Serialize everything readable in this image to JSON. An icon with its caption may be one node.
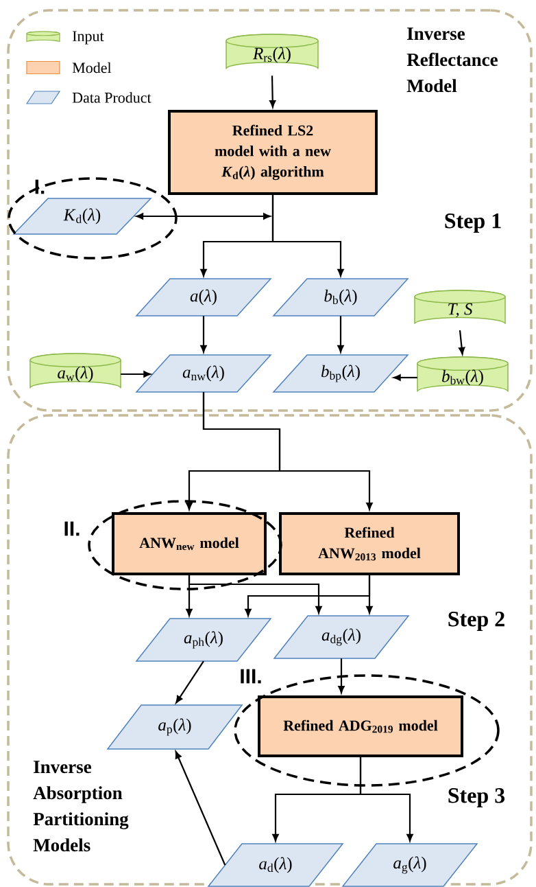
{
  "diagram": {
    "nodes": [
      {
        "text": [
          "Inverse Reflectance Model",
          "Step 1"
        ]
      },
      {
        "text": [
          "*R*$_{rs}$(*λ*)"
        ],
        "in": 0
      },
      {
        "text": [
          "Refined LS2 model with a new *K*$_{d}$(*λ*) algorithm"
        ],
        "in": 0
      },
      {
        "text": [
          "*K*$_{d}$(*λ*)"
        ],
        "beside": [
          "I."
        ],
        "in": 0
      },
      {
        "text": [
          "*a*(*λ*)"
        ],
        "in": 0
      },
      {
        "text": [
          "*b*$_{b}$(*λ*)"
        ],
        "in": 0
      },
      {
        "text": [
          "*T, S*"
        ],
        "in": 0
      },
      {
        "text": [
          "*a*$_{w}$(*λ*)"
        ],
        "in": 0
      },
      {
        "text": [
          "*a*$_{nw}$(*λ*)"
        ],
        "in": 0
      },
      {
        "text": [
          "*b*$_{bp}$(*λ*)"
        ],
        "in": 0
      },
      {
        "text": [
          "*b*$_{bw}$(*λ*)"
        ],
        "in": 0
      },
      {
        "text": [
          "Inverse Absorption Partitioning Models",
          "Step 2",
          "Step 3"
        ]
      },
      {
        "text": [
          "ANW$_{new}$ model"
        ],
        "beside": [
          "II."
        ],
        "in": 11
      },
      {
        "text": [
          "Refined ANW$_{2013}$ model"
        ],
        "in": 11
      },
      {
        "text": [
          "*a*$_{ph}$(*λ*)"
        ],
        "in": 11
      },
      {
        "text": [
          "*a*$_{dg}$(*λ*)"
        ],
        "in": 11
      },
      {
        "text": [
          "*a*$_{p}$(*λ*)"
        ],
        "in": 11
      },
      {
        "text": [
          "Refined ADG$_{2019}$ model"
        ],
        "beside": [
          "III."
        ],
        "in": 11
      },
      {
        "text": [
          "*a*$_{d}$(*λ*)"
        ],
        "in": 11
      },
      {
        "text": [
          "*a*$_{g}$(*λ*)"
        ],
        "in": 11
      }
    ],
    "edges": [
      {
        "from": 1,
        "to": 2,
        "arrow": "to"
      },
      {
        "from": 3,
        "to": 2,
        "arrow": "both"
      },
      {
        "from": 2,
        "to": 4,
        "arrow": "to"
      },
      {
        "from": 2,
        "to": 5,
        "arrow": "to"
      },
      {
        "from": 4,
        "to": 8,
        "arrow": "to"
      },
      {
        "from": 5,
        "to": 9,
        "arrow": "to"
      },
      {
        "from": 6,
        "to": 10,
        "arrow": "to"
      },
      {
        "from": 7,
        "to": 8,
        "arrow": "to"
      },
      {
        "from": 10,
        "to": 9,
        "arrow": "to"
      },
      {
        "from": 8,
        "to": 12,
        "arrow": "to"
      },
      {
        "from": 8,
        "to": 13,
        "arrow": "to"
      },
      {
        "from": 12,
        "to": 14,
        "arrow": "to"
      },
      {
        "from": 12,
        "to": 15,
        "arrow": "to"
      },
      {
        "from": 13,
        "to": 14,
        "arrow": "to"
      },
      {
        "from": 13,
        "to": 15,
        "arrow": "to"
      },
      {
        "from": 14,
        "to": 16,
        "arrow": "to"
      },
      {
        "from": 15,
        "to": 17,
        "arrow": "to"
      },
      {
        "from": 17,
        "to": 18,
        "arrow": "to"
      },
      {
        "from": 17,
        "to": 19,
        "arrow": "to"
      },
      {
        "from": 18,
        "to": 16,
        "arrow": "to"
      }
    ],
    "legend": [
      {
        "text": "Input",
        "color": "#d8f0a8"
      },
      {
        "text": "Model",
        "color": "#fcd2b0"
      },
      {
        "text": "Data Product",
        "color": "#dce6f2"
      }
    ]
  }
}
